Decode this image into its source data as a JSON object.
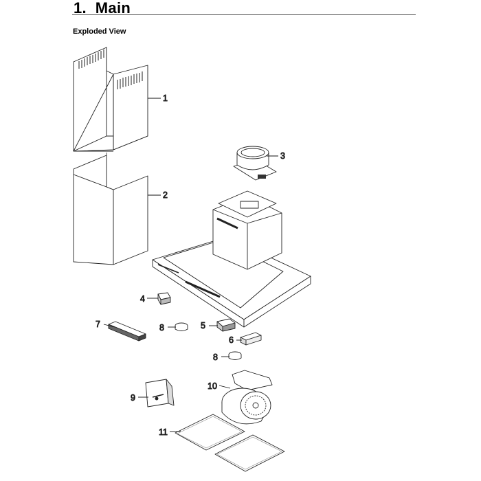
{
  "section": {
    "number": "1.",
    "title": "Main"
  },
  "subheading": "Exploded View",
  "callouts": {
    "c1": "1",
    "c2": "2",
    "c3": "3",
    "c4": "4",
    "c5": "5",
    "c6": "6",
    "c7": "7",
    "c8a": "8",
    "c8b": "8",
    "c9": "9",
    "c10": "10",
    "c11": "11"
  }
}
